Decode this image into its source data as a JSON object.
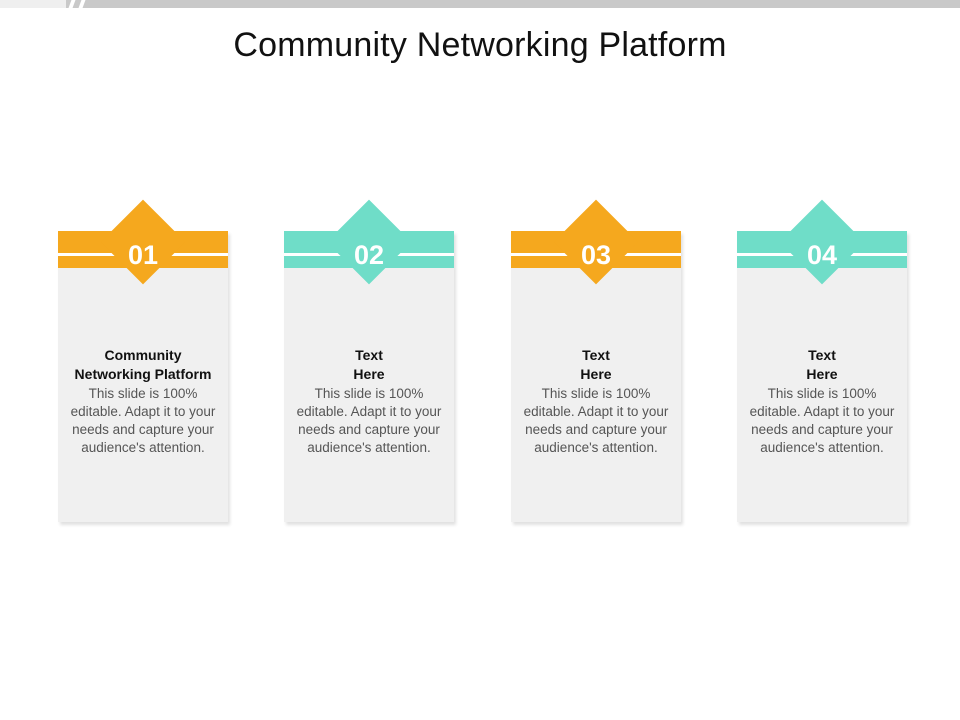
{
  "slide": {
    "title": "Community Networking Platform"
  },
  "colors": {
    "orange": "#f5a81e",
    "teal": "#6fddc8",
    "card_background": "#f0f0f0"
  },
  "cards": [
    {
      "number": "01",
      "heading_line1": "Community",
      "heading_line2": "Networking Platform",
      "body": "This slide is 100% editable. Adapt it to your needs and capture your audience's attention.",
      "accent": "orange"
    },
    {
      "number": "02",
      "heading_line1": "Text",
      "heading_line2": "Here",
      "body": "This slide is 100% editable. Adapt it to your needs and capture your audience's attention.",
      "accent": "teal"
    },
    {
      "number": "03",
      "heading_line1": "Text",
      "heading_line2": "Here",
      "body": "This slide is 100% editable. Adapt it to your needs and capture your audience's attention.",
      "accent": "orange"
    },
    {
      "number": "04",
      "heading_line1": "Text",
      "heading_line2": "Here",
      "body": "This slide is 100% editable. Adapt it to your needs and capture your audience's attention.",
      "accent": "teal"
    }
  ]
}
